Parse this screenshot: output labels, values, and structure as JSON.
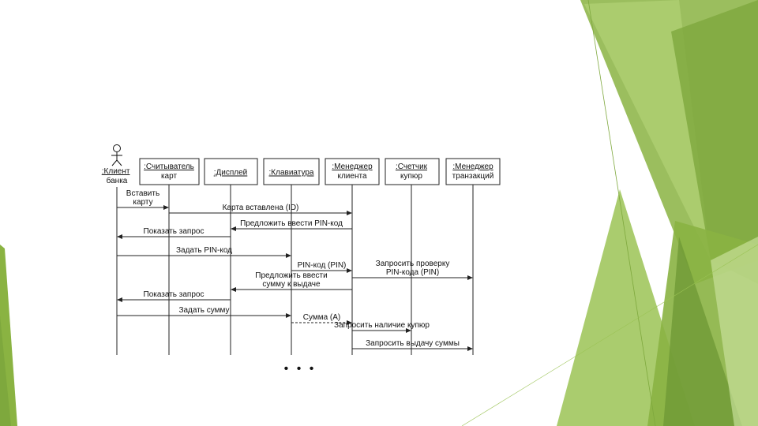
{
  "slide": {
    "accent_colors": [
      "#8ab342",
      "#9bc355",
      "#b5d57a",
      "#7ea83d",
      "#c8e09a",
      "#6f9a36"
    ]
  },
  "diagram": {
    "actor": {
      "lines": [
        ":Клиент",
        "банка"
      ]
    },
    "objects": [
      {
        "id": "reader",
        "lines": [
          ":Считыватель",
          "карт"
        ]
      },
      {
        "id": "display",
        "lines": [
          ":Дисплей"
        ]
      },
      {
        "id": "keyboard",
        "lines": [
          ":Клавиатура"
        ]
      },
      {
        "id": "manager",
        "lines": [
          ":Менеджер",
          "клиента"
        ]
      },
      {
        "id": "counter",
        "lines": [
          ":Счетчик",
          "купюр"
        ]
      },
      {
        "id": "txmanager",
        "lines": [
          ":Менеджер",
          "транзакций"
        ]
      }
    ],
    "messages": [
      {
        "lines": [
          "Вставить",
          "карту"
        ],
        "from": "actor",
        "to": "reader"
      },
      {
        "lines": [
          "Карта вставлена (ID)"
        ],
        "from": "reader",
        "to": "manager"
      },
      {
        "lines": [
          "Предложить ввести PIN-код"
        ],
        "from": "manager",
        "to": "display"
      },
      {
        "lines": [
          "Показать запрос"
        ],
        "from": "display",
        "to": "actor"
      },
      {
        "lines": [
          "Задать PIN-код"
        ],
        "from": "actor",
        "to": "keyboard"
      },
      {
        "lines": [
          "PIN-код (PIN)"
        ],
        "from": "keyboard",
        "to": "manager"
      },
      {
        "lines": [
          "Запросить проверку",
          "PIN-кода (PIN)"
        ],
        "from": "manager",
        "to": "txmanager"
      },
      {
        "lines": [
          "Предложить ввести",
          "сумму к выдаче"
        ],
        "from": "manager",
        "to": "display"
      },
      {
        "lines": [
          "Показать запрос"
        ],
        "from": "display",
        "to": "actor"
      },
      {
        "lines": [
          "Задать сумму"
        ],
        "from": "actor",
        "to": "keyboard"
      },
      {
        "lines": [
          "Сумма (A)"
        ],
        "from": "keyboard",
        "to": "manager"
      },
      {
        "lines": [
          "Запросить наличие купюр"
        ],
        "from": "manager",
        "to": "counter"
      },
      {
        "lines": [
          "Запросить выдачу суммы"
        ],
        "from": "manager",
        "to": "txmanager"
      }
    ],
    "continuation": "• • •"
  }
}
